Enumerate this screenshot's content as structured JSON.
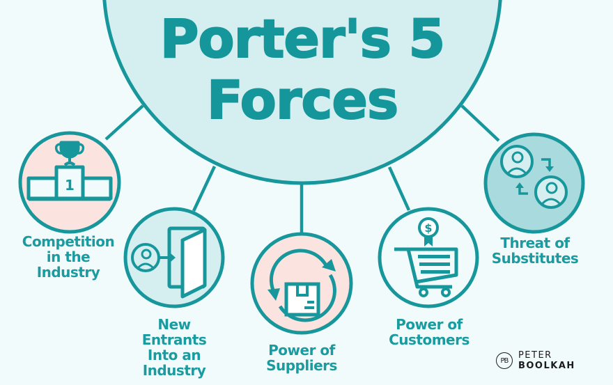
{
  "title": {
    "line1": "Porter's 5",
    "line2": "Forces"
  },
  "colors": {
    "background": "#f2fbfc",
    "teal": "#17979c",
    "main_circle_fill": "#d5eff1",
    "pink_fill": "#fbe3df",
    "light_teal_fill": "#d5eff1",
    "mid_teal_fill": "#a9dadd",
    "text": "#1a9ba0"
  },
  "forces": [
    {
      "id": "competition",
      "icon": "trophy-podium-icon",
      "label_lines": [
        "Competition",
        "in the",
        "Industry"
      ]
    },
    {
      "id": "new-entrants",
      "icon": "person-entering-door-icon",
      "label_lines": [
        "New",
        "Entrants",
        "Into an",
        "Industry"
      ]
    },
    {
      "id": "suppliers",
      "icon": "box-cycle-arrows-icon",
      "label_lines": [
        "Power of",
        "Suppliers"
      ]
    },
    {
      "id": "customers",
      "icon": "shopping-cart-dollar-icon",
      "label_lines": [
        "Power of",
        "Customers"
      ]
    },
    {
      "id": "substitutes",
      "icon": "people-swap-icon",
      "label_lines": [
        "Threat of",
        "Substitutes"
      ]
    }
  ],
  "trophy_number": "1",
  "dollar_sign": "$",
  "brand": {
    "logo": "PB",
    "first_name": "PETER",
    "last_name": "BOOLKAH"
  }
}
